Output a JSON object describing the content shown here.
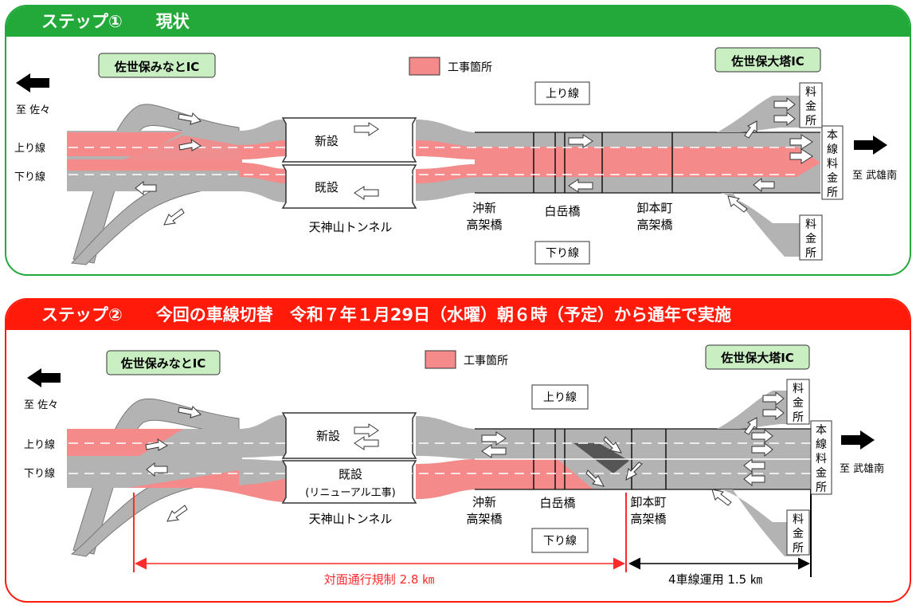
{
  "colors": {
    "step1_accent": "#22a93a",
    "step2_accent": "#ff1a0a",
    "road": "#b3b3b3",
    "construction": "#f58a8a",
    "ic_box": "#c9eec2",
    "measure_red": "#ff2a2a"
  },
  "step1": {
    "header": "ステップ①　　現状",
    "legend": "工事箇所",
    "ic_left": "佐世保みなとIC",
    "ic_right": "佐世保大塔IC",
    "to_left": "至 佐々",
    "to_right": "至 武雄南",
    "lane_up": "上り線",
    "lane_down": "下り線",
    "box_up": "上り線",
    "box_down": "下り線",
    "tunnel_new": "新設",
    "tunnel_old": "既設",
    "tunnel_name": "天神山トンネル",
    "bridge1_line1": "沖新",
    "bridge1_line2": "高架橋",
    "bridge2": "白岳橋",
    "bridge3_line1": "卸本町",
    "bridge3_line2": "高架橋",
    "tollgate": [
      "料",
      "金",
      "所"
    ],
    "main_tollgate": [
      "本",
      "線",
      "料",
      "金",
      "所"
    ]
  },
  "step2": {
    "header": "ステップ②　　今回の車線切替　令和７年１月29日（水曜）朝６時（予定）から通年で実施",
    "legend": "工事箇所",
    "ic_left": "佐世保みなとIC",
    "ic_right": "佐世保大塔IC",
    "to_left": "至 佐々",
    "to_right": "至 武雄南",
    "lane_up": "上り線",
    "lane_down": "下り線",
    "box_up": "上り線",
    "box_down": "下り線",
    "tunnel_new": "新設",
    "tunnel_old": "既設",
    "tunnel_old_note": "(リニューアル工事)",
    "tunnel_name": "天神山トンネル",
    "bridge1_line1": "沖新",
    "bridge1_line2": "高架橋",
    "bridge2": "白岳橋",
    "bridge3_line1": "卸本町",
    "bridge3_line2": "高架橋",
    "tollgate": [
      "料",
      "金",
      "所"
    ],
    "main_tollgate": [
      "本",
      "線",
      "料",
      "金",
      "所"
    ],
    "measure_red": "対面通行規制  2.8 ㎞",
    "measure_black": "4車線運用  1.5 ㎞"
  }
}
